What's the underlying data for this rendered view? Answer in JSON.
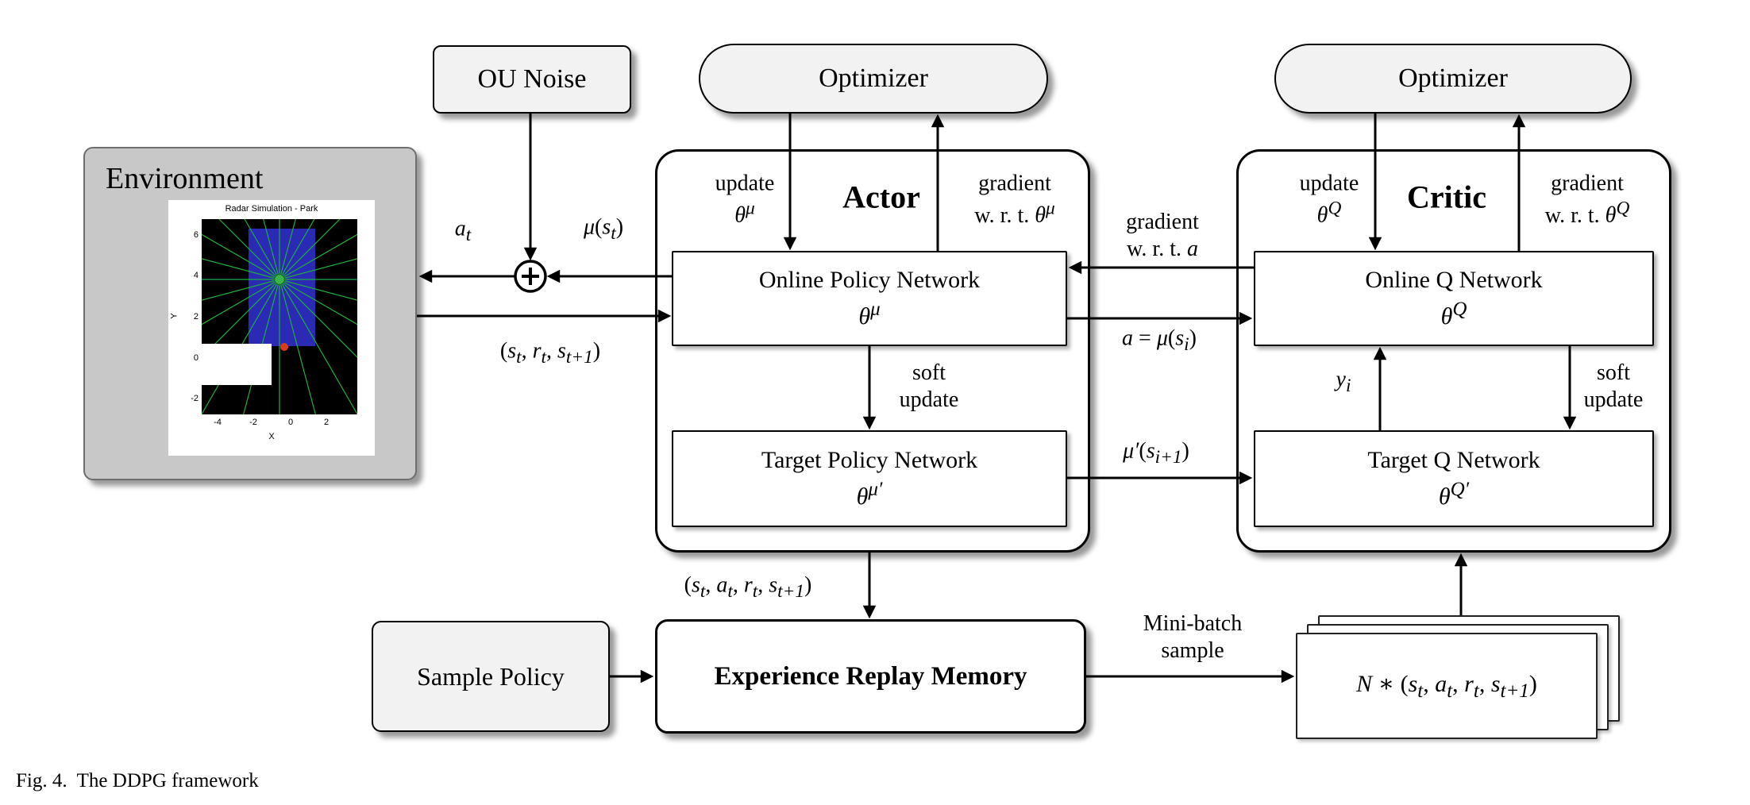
{
  "figure": {
    "caption": "Fig. 4.  The DDPG framework"
  },
  "colors": {
    "light_box_fill": "#f2f2f2",
    "environment_fill": "#c8c8c8",
    "lidar_ray": "#1faf3c",
    "obstacle_blue": "#2a2ab4",
    "agent_red": "#dc3a1e",
    "scanner_green": "#3cb44a"
  },
  "environment": {
    "title": "Environment",
    "plot": {
      "title": "Radar Simulation - Park",
      "xlabel": "X",
      "ylabel": "Y",
      "y_ticks": [
        "6",
        "4",
        "2",
        "0",
        "-2"
      ],
      "x_ticks": [
        "-4",
        "-2",
        "0",
        "2"
      ]
    }
  },
  "nodes": {
    "ou_noise": "OU Noise",
    "optimizer_actor": "Optimizer",
    "optimizer_critic": "Optimizer",
    "actor_title": "Actor",
    "critic_title": "Critic",
    "online_policy_name": "Online Policy Network",
    "online_policy_param": "<i>θ<sup>μ</sup></i>",
    "target_policy_name": "Target Policy Network",
    "target_policy_param": "<i>θ<sup>μ′</sup></i>",
    "online_q_name": "Online Q Network",
    "online_q_param": "<i>θ<sup>Q</sup></i>",
    "target_q_name": "Target Q Network",
    "target_q_param": "<i>θ<sup>Q′</sup></i>",
    "sample_policy": "Sample Policy",
    "replay_memory": "Experience Replay Memory",
    "minibatch_card": "<i>N</i> ∗ (<i>s<sub>t</sub></i>, <i>a<sub>t</sub></i>, <i>r<sub>t</sub></i>, <i>s<sub>t+1</sub></i>)"
  },
  "edge_labels": {
    "action_noise": "<i>a<sub>t</sub></i>",
    "policy_output": "<i>μ</i>(<i>s<sub>t</sub></i>)",
    "transition": "(<i>s<sub>t</sub></i>, <i>r<sub>t</sub></i>, <i>s<sub>t+1</sub></i>)",
    "update_theta_mu": "update<br><i>θ<sup>μ</sup></i>",
    "grad_theta_mu": "gradient<br>w. r. t. <i>θ<sup>μ</sup></i>",
    "grad_a": "gradient<br>w. r. t. <i>a</i>",
    "a_eq_mu": "<i>a</i> = <i>μ</i>(<i>s<sub>i</sub></i>)",
    "soft_update_actor": "soft<br>update",
    "soft_update_critic": "soft<br>update",
    "mu_next": "<i>μ′</i>(<i>s<sub>i+1</sub></i>)",
    "update_theta_q": "update<br><i>θ<sup>Q</sup></i>",
    "grad_theta_q": "gradient<br>w. r. t. <i>θ<sup>Q</sup></i>",
    "y_i": "<i>y<sub>i</sub></i>",
    "stored_transition": "(<i>s<sub>t</sub></i>, <i>a<sub>t</sub></i>, <i>r<sub>t</sub></i>, <i>s<sub>t+1</sub></i>)",
    "minibatch": "Mini-batch<br>sample"
  }
}
